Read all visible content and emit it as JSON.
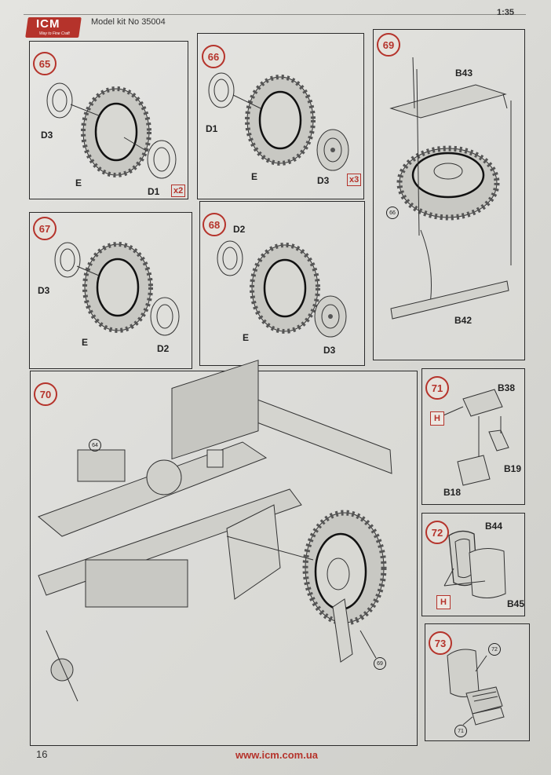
{
  "header": {
    "brand": "ICM",
    "brand_tagline": "Way to Fine Craft",
    "model_text": "Model kit No 35004",
    "scale": "1:35"
  },
  "steps": {
    "s65": {
      "number": "65",
      "parts": [
        "D3",
        "E",
        "D1"
      ],
      "qty": "x2"
    },
    "s66": {
      "number": "66",
      "parts": [
        "D1",
        "E",
        "D3"
      ],
      "qty": "x3"
    },
    "s67": {
      "number": "67",
      "parts": [
        "D3",
        "E",
        "D2"
      ]
    },
    "s68": {
      "number": "68",
      "parts": [
        "D2",
        "E",
        "D3"
      ]
    },
    "s69": {
      "number": "69",
      "parts": [
        "B43",
        "B42"
      ],
      "ref": "66"
    },
    "s70": {
      "number": "70",
      "refs": [
        "64",
        "69"
      ]
    },
    "s71": {
      "number": "71",
      "parts": [
        "B38",
        "B19",
        "B18"
      ],
      "marker": "H"
    },
    "s72": {
      "number": "72",
      "parts": [
        "B44",
        "B45"
      ],
      "marker": "H"
    },
    "s73": {
      "number": "73",
      "refs": [
        "72",
        "71"
      ]
    }
  },
  "footer": {
    "page_number": "16",
    "url": "www.icm.com.ua"
  },
  "colors": {
    "accent": "#b5332b",
    "ink": "#2a2a2a",
    "paper": "#dcdcd8"
  }
}
